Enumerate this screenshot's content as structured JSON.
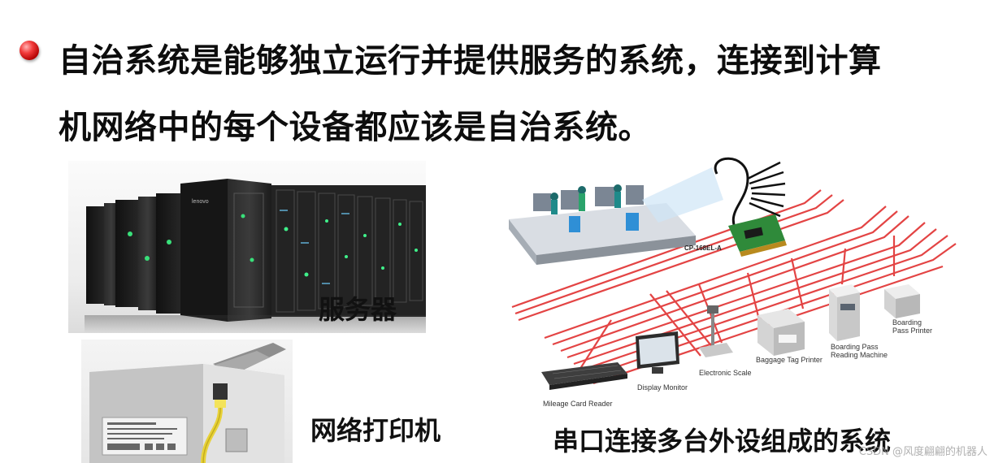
{
  "headline": {
    "line1": "自治系统是能够独立运行并提供服务的系统，连接到计算",
    "line2": "机网络中的每个设备都应该是自治系统。"
  },
  "captions": {
    "server": "服务器",
    "printer": "网络打印机",
    "serial": "串口连接多台外设组成的系统"
  },
  "serial_diagram": {
    "card_label": "CP-168EL-A",
    "devices": [
      "Mileage Card Reader",
      "Display Monitor",
      "Electronic Scale",
      "Baggage Tag Printer",
      "Boarding Pass\nReading Machine",
      "Boarding\nPass Printer"
    ]
  },
  "watermark": "CSDN @风度翩翩的机器人",
  "colors": {
    "bullet": "#d81e1e",
    "cable": "#e23a3a"
  }
}
